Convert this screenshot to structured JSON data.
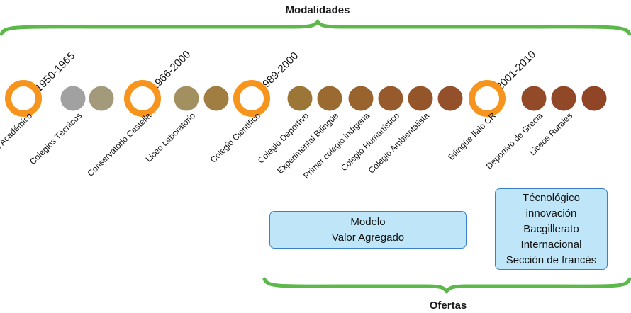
{
  "header": {
    "title": "Modalidades"
  },
  "footer": {
    "title": "Ofertas"
  },
  "colors": {
    "brace": "#5cb848",
    "ring": "#f7941d",
    "box_fill": "#bfe6f8",
    "box_border": "#3b7fc4"
  },
  "periods": [
    {
      "label": "1950-1965"
    },
    {
      "label": "1966-2000"
    },
    {
      "label": "1989-2000"
    },
    {
      "label": "2001-2010"
    }
  ],
  "items": [
    {
      "label": "Colegio Académico",
      "color": "#f7941d",
      "kind": "ring"
    },
    {
      "label": "Colegios Técnicos",
      "color": "#a1a1a1",
      "kind": "dot"
    },
    {
      "label": "",
      "color": "#a39a7b",
      "kind": "dot"
    },
    {
      "label": "Conservatorio Castella",
      "color": "#f7941d",
      "kind": "ring"
    },
    {
      "label": "Liceo Laboratorio",
      "color": "#a39060",
      "kind": "dot"
    },
    {
      "label": "",
      "color": "#a07e42",
      "kind": "dot"
    },
    {
      "label": "Colegio Científico",
      "color": "#f7941d",
      "kind": "ring"
    },
    {
      "label": "Colegio Deportivo",
      "color": "#9c7636",
      "kind": "dot"
    },
    {
      "label": "Experimental Bilingüe",
      "color": "#9a6a30",
      "kind": "dot"
    },
    {
      "label": "Primer colegio indígena",
      "color": "#99632e",
      "kind": "dot"
    },
    {
      "label": "Colegio Humanístico",
      "color": "#965a2c",
      "kind": "dot"
    },
    {
      "label": "Colegio Ambientalista",
      "color": "#95552a",
      "kind": "dot"
    },
    {
      "label": "",
      "color": "#93502a",
      "kind": "dot"
    },
    {
      "label": "Bilingüe Ilalo CR",
      "color": "#f7941d",
      "kind": "ring"
    },
    {
      "label": "Deportivo de Grecia",
      "color": "#924a28",
      "kind": "dot"
    },
    {
      "label": "Liceos Rurales",
      "color": "#914827",
      "kind": "dot"
    },
    {
      "label": "",
      "color": "#914527",
      "kind": "dot"
    }
  ],
  "boxes": {
    "modelo": {
      "lines": [
        "Modelo",
        "Valor Agregado"
      ]
    },
    "tecnologico": {
      "lines": [
        "Técnológico",
        "innovación",
        "Bacgillerato",
        "Internacional",
        "Sección de francés"
      ]
    }
  }
}
